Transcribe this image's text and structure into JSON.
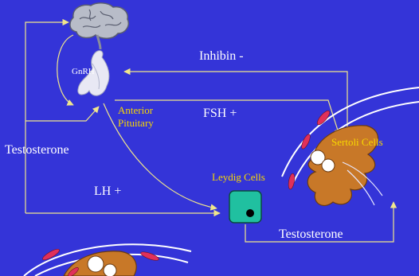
{
  "labels": {
    "gnrh": "GnRH",
    "inhibin": "Inhibin -",
    "anterior_pituitary_line1": "Anterior",
    "anterior_pituitary_line2": "Pituitary",
    "fsh": "FSH +",
    "testosterone_left": "Testosterone",
    "sertoli_cells": "Sertoli Cells",
    "leydig_cells": "Leydig Cells",
    "lh": "LH +",
    "testosterone_bottom": "Testosterone"
  },
  "colors": {
    "background": "#3434d8",
    "arrow": "#f0e68c",
    "label_yellow": "#f8d800",
    "label_white": "#ffffff",
    "leydig_cell": "#20c0a0",
    "tubule_tissue": "#c87828",
    "red_cells": "#e0305a",
    "brain": "#b8bcc8"
  }
}
